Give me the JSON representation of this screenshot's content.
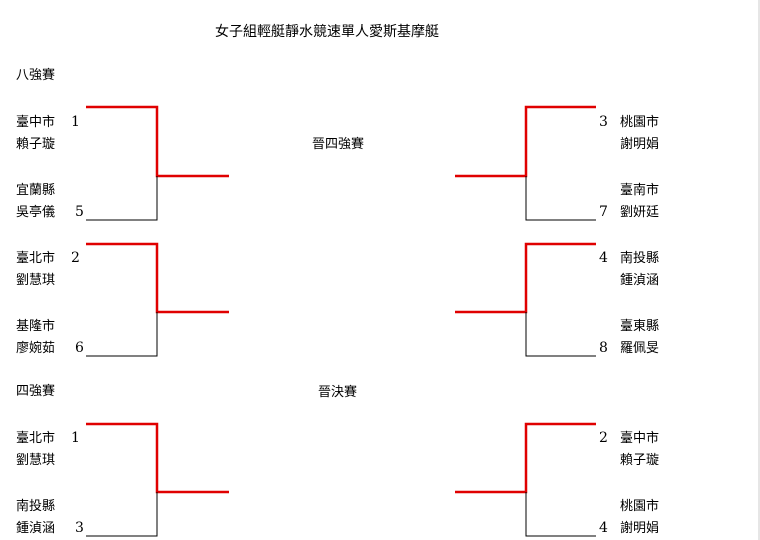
{
  "title": "女子組輕艇靜水競速單人愛斯基摩艇",
  "section_quarterfinal": "八強賽",
  "section_semifinal": "四強賽",
  "label_advance_semis": "晉四強賽",
  "label_advance_final": "晉決賽",
  "colors": {
    "winner_line": "#e00000",
    "loser_line": "#000000"
  },
  "quarterfinals": [
    {
      "top": {
        "seed": "1",
        "county": "臺中市",
        "name": "賴子璇"
      },
      "bottom": {
        "seed": "5",
        "county": "宜蘭縣",
        "name": "吳亭儀"
      }
    },
    {
      "top": {
        "seed": "2",
        "county": "臺北市",
        "name": "劉慧琪"
      },
      "bottom": {
        "seed": "6",
        "county": "基隆市",
        "name": "廖婉茹"
      }
    },
    {
      "top": {
        "seed": "3",
        "county": "桃園市",
        "name": "謝明娟"
      },
      "bottom": {
        "seed": "7",
        "county": "臺南市",
        "name": "劉妍廷"
      }
    },
    {
      "top": {
        "seed": "4",
        "county": "南投縣",
        "name": "鍾湞涵"
      },
      "bottom": {
        "seed": "8",
        "county": "臺東縣",
        "name": "羅佩旻"
      }
    }
  ],
  "semifinals": [
    {
      "top": {
        "seed": "1",
        "county": "臺北市",
        "name": "劉慧琪"
      },
      "bottom": {
        "seed": "3",
        "county": "南投縣",
        "name": "鍾湞涵"
      }
    },
    {
      "top": {
        "seed": "2",
        "county": "臺中市",
        "name": "賴子璇"
      },
      "bottom": {
        "seed": "4",
        "county": "桃園市",
        "name": "謝明娟"
      }
    }
  ]
}
